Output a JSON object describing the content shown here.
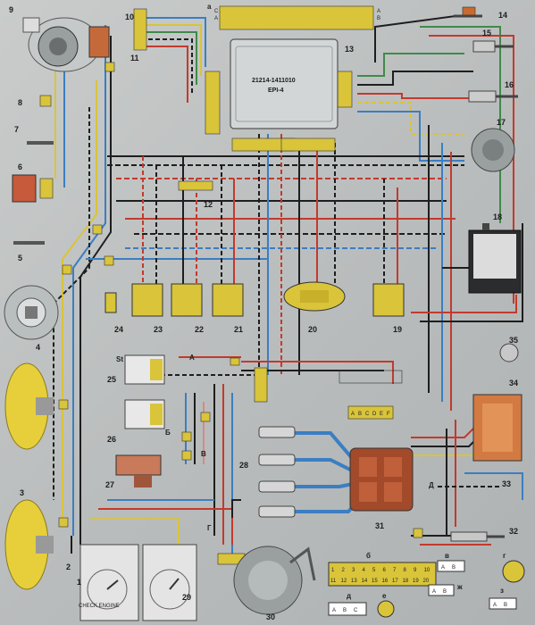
{
  "ecu": {
    "part_number": "21214-1411010",
    "model": "EPI-4"
  },
  "component_numbers": [
    "1",
    "2",
    "3",
    "4",
    "5",
    "6",
    "7",
    "8",
    "9",
    "10",
    "11",
    "12",
    "13",
    "14",
    "15",
    "16",
    "17",
    "18",
    "19",
    "20",
    "21",
    "22",
    "23",
    "24",
    "25",
    "26",
    "27",
    "28",
    "29",
    "30",
    "31",
    "32",
    "33",
    "34",
    "35"
  ],
  "letter_markers": {
    "a": "а",
    "b": "б",
    "v": "в",
    "g": "г",
    "d": "д",
    "e": "е",
    "zh": "ж",
    "z": "з",
    "A": "А",
    "B": "Б",
    "V": "В",
    "G": "Г",
    "D": "Д"
  },
  "header_connector": {
    "row_c": "C",
    "row_a": "A",
    "row_b": "B"
  },
  "ignition_label": "St",
  "check_engine": "CHECK ENGINE",
  "connector_b_pins_top": [
    "1",
    "2",
    "3",
    "4",
    "5",
    "6",
    "7",
    "8",
    "9",
    "10"
  ],
  "connector_b_pins_bottom": [
    "11",
    "12",
    "13",
    "14",
    "15",
    "16",
    "17",
    "18",
    "19",
    "20"
  ],
  "block_abcdef": [
    "A",
    "B",
    "C",
    "D",
    "E",
    "F"
  ],
  "abc": [
    "A",
    "B",
    "C"
  ],
  "ab": [
    "A",
    "B"
  ],
  "colors": {
    "red": "#c23a2e",
    "blue": "#3b7ec2",
    "yellow": "#d9c43a",
    "black": "#1e1e1e",
    "green": "#3f8a4a",
    "white": "#eeeeee",
    "orange": "#c96a2e",
    "pink": "#d48a8a",
    "brown": "#7a4a2a"
  }
}
